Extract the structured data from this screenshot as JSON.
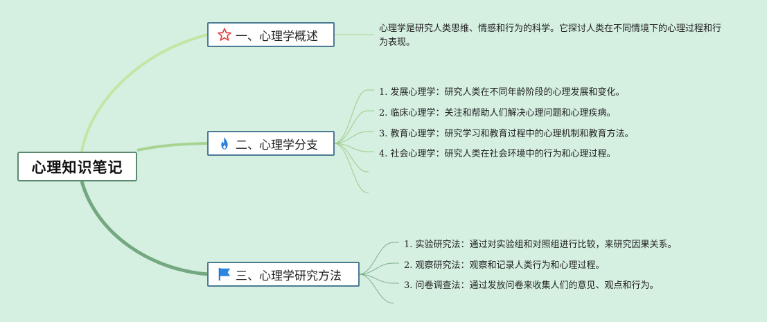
{
  "root": {
    "label": "心理知识笔记"
  },
  "colors": {
    "background": "#d5efe1",
    "branch1": "#bfe3a0",
    "branch2": "#9ccc89",
    "branch3": "#6fa37c"
  },
  "branches": [
    {
      "label": "一、心理学概述",
      "icon": "star-icon",
      "description": "心理学是研究人类思维、情感和行为的科学。它探讨人类在不同情境下的心理过程和行为表现。"
    },
    {
      "label": "二、心理学分支",
      "icon": "fire-icon",
      "items": [
        {
          "num": "1.",
          "text": "发展心理学：研究人类在不同年龄阶段的心理发展和变化。"
        },
        {
          "num": "2.",
          "text": "临床心理学：关注和帮助人们解决心理问题和心理疾病。"
        },
        {
          "num": "3.",
          "text": "教育心理学：研究学习和教育过程中的心理机制和教育方法。"
        },
        {
          "num": "4.",
          "text": "社会心理学：研究人类在社会环境中的行为和心理过程。"
        }
      ]
    },
    {
      "label": "三、心理学研究方法",
      "icon": "flag-icon",
      "items": [
        {
          "num": "1.",
          "text": "实验研究法：通过对实验组和对照组进行比较，来研究因果关系。"
        },
        {
          "num": "2.",
          "text": "观察研究法：观察和记录人类行为和心理过程。"
        },
        {
          "num": "3.",
          "text": "问卷调查法：通过发放问卷来收集人们的意见、观点和行为。"
        }
      ]
    }
  ]
}
